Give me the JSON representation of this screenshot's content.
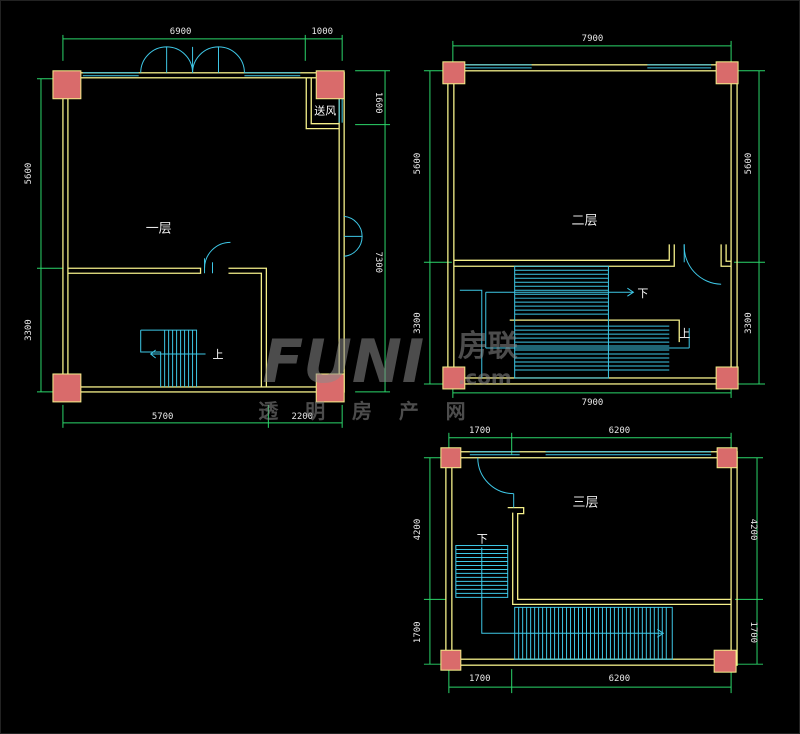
{
  "plans": {
    "floor1": {
      "label": "一层",
      "vent_label": "送风",
      "stair_up": "上",
      "dims": {
        "top_left": "6900",
        "top_right": "1000",
        "left_top": "5600",
        "left_bottom": "3300",
        "right_top": "1600",
        "right_main": "7300",
        "bottom_left": "5700",
        "bottom_right": "2200"
      }
    },
    "floor2": {
      "label": "二层",
      "stair_down": "下",
      "stair_up": "上",
      "dims": {
        "top": "7900",
        "bottom": "7900",
        "left_top": "5600",
        "left_bottom": "3300",
        "right_top": "5600",
        "right_bottom": "3300"
      }
    },
    "floor3": {
      "label": "三层",
      "stair_down": "下",
      "dims": {
        "top_left": "1700",
        "top_right": "6200",
        "bottom_left": "1700",
        "bottom_right": "6200",
        "left_top": "4200",
        "left_bottom": "1700",
        "right_top": "4200",
        "right_bottom": "1700"
      }
    }
  },
  "watermark": {
    "logo": "FUNI",
    "logo_cn": "房联",
    "com": ".com",
    "tagline": "透 明 房 产 网"
  },
  "colors": {
    "wall": "#f5f08a",
    "dimension": "#2bd56a",
    "column": "#d96b6b",
    "window": "#3ec7e6",
    "stairs": "#3ec7e6",
    "door": "#3ec7e6",
    "background": "#000000"
  }
}
